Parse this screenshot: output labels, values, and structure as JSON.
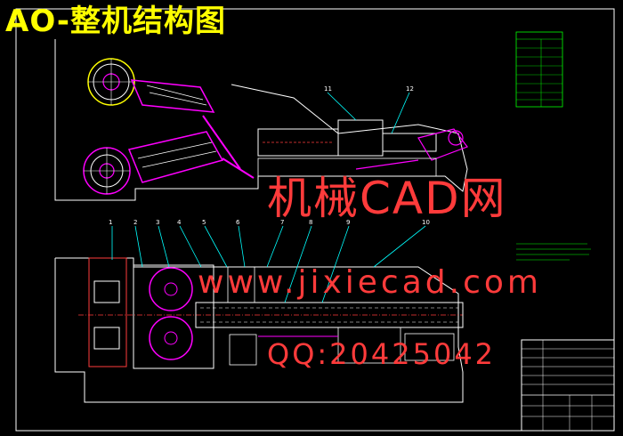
{
  "title": "AO-整机结构图",
  "watermarks": {
    "line1": "机械CAD网",
    "line2": "www.jixiecad.com",
    "line3": "QQ:20425042"
  },
  "part_numbers": {
    "top_11": "11",
    "top_12": "12",
    "bottom": [
      "1",
      "2",
      "3",
      "4",
      "5",
      "6",
      "7",
      "8",
      "9",
      "10"
    ]
  },
  "colors": {
    "background": "#000000",
    "title": "#ffff00",
    "outline": "#ffffff",
    "machine": "#ff00ff",
    "leader": "#00ffff",
    "table": "#00ff00",
    "watermark": "#ff3b3b"
  }
}
